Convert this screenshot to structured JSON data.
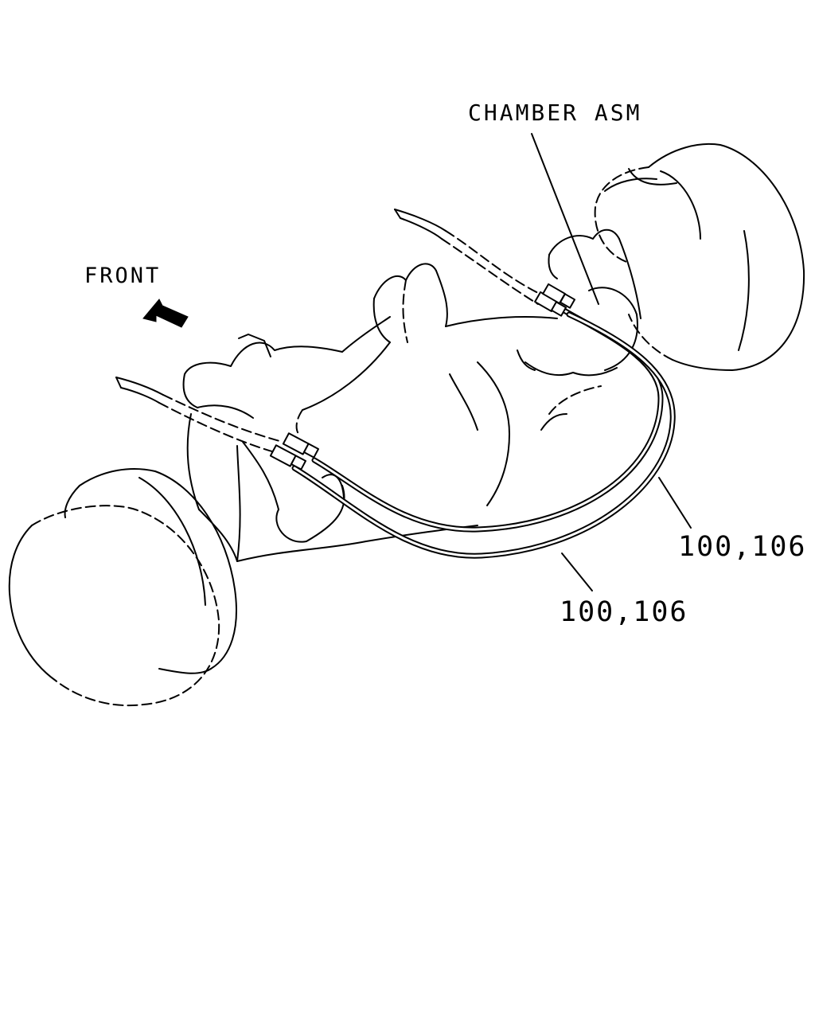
{
  "labels": {
    "chamber": "CHAMBER ASM",
    "front": "FRONT",
    "part_upper": "100,106",
    "part_lower": "100,106"
  },
  "icons": {
    "direction": "front-arrow-icon"
  },
  "colors": {
    "line": "#000000",
    "background": "#ffffff"
  }
}
